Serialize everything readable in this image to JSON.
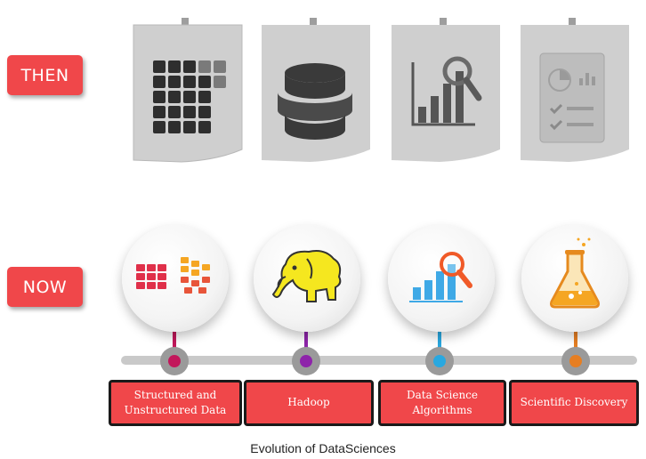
{
  "labels": {
    "then": "THEN",
    "now": "NOW"
  },
  "timeline": [
    {
      "label": "Structured and Unstructured Data",
      "color": "#c2185b",
      "icon": "grid-icon"
    },
    {
      "label": "Hadoop",
      "color": "#8e24aa",
      "icon": "elephant-icon"
    },
    {
      "label": "Data Science Algorithms",
      "color": "#29a8e0",
      "icon": "chart-magnifier-icon"
    },
    {
      "label": "Scientific Discovery",
      "color": "#e67e22",
      "icon": "flask-icon"
    }
  ],
  "caption": "Evolution of DataSciences",
  "colors": {
    "accent": "#f0474a",
    "note": "#c8c8c8",
    "icon_dark": "#4a4a4a"
  }
}
